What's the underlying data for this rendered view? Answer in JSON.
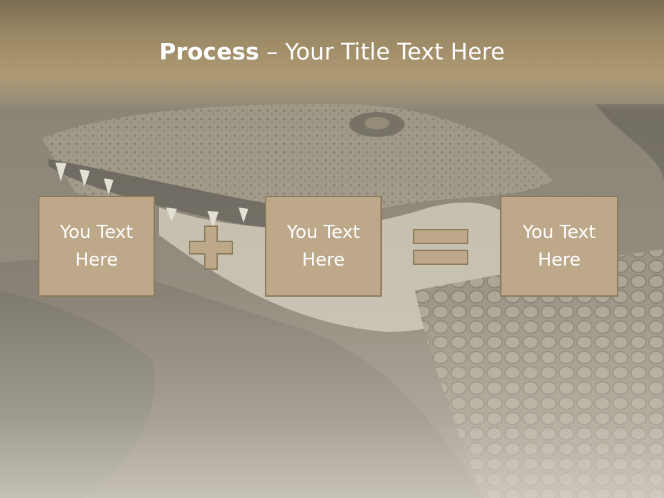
{
  "title": {
    "bold": "Process",
    "dash": " – ",
    "rest": "Your Title Text Here"
  },
  "boxes": [
    {
      "label": "You Text Here"
    },
    {
      "label": "You Text Here"
    },
    {
      "label": "You Text Here"
    }
  ],
  "operators": [
    "plus-icon",
    "equals-icon"
  ],
  "colors": {
    "box_fill": "#bda98a",
    "box_border": "#8b7a5c",
    "title_band": "#9b8864",
    "text": "#ffffff"
  }
}
